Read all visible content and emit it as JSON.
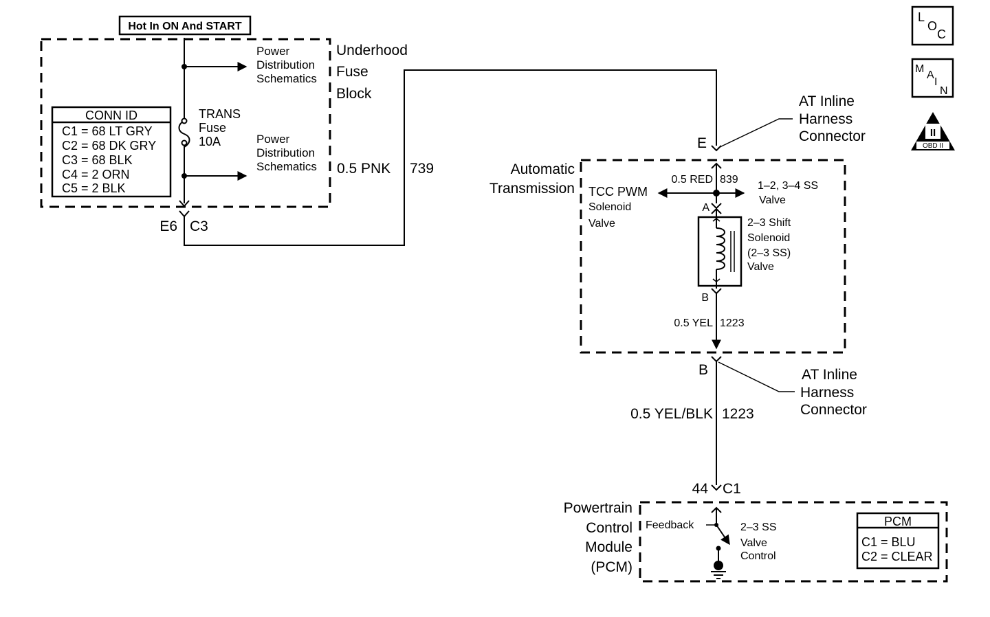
{
  "header_label": "Hot In ON And START",
  "fuse_block": {
    "name_lines": [
      "Underhood",
      "Fuse",
      "Block"
    ],
    "power_dist_top_lines": [
      "Power",
      "Distribution",
      "Schematics"
    ],
    "power_dist_bottom_lines": [
      "Power",
      "Distribution",
      "Schematics"
    ],
    "fuse_lines": [
      "TRANS",
      "Fuse",
      "10A"
    ],
    "connector_left": "E6",
    "connector_right": "C3"
  },
  "conn_id_table": {
    "title": "CONN ID",
    "rows": [
      "C1 = 68 LT GRY",
      "C2 = 68 DK GRY",
      "C3 = 68 BLK",
      "C4 = 2 ORN",
      "C5 = 2 BLK"
    ]
  },
  "wire_pnk": {
    "gauge_color": "0.5 PNK",
    "circuit": "739"
  },
  "at_inline_top": {
    "pin": "E",
    "label_lines": [
      "AT Inline",
      "Harness",
      "Connector"
    ]
  },
  "transmission": {
    "name_lines": [
      "Automatic",
      "Transmission"
    ],
    "wire_red": {
      "gauge_color": "0.5 RED",
      "circuit": "839"
    },
    "tcc_lines": [
      "TCC PWM",
      "Solenoid",
      "Valve"
    ],
    "ss_valve_lines": [
      "1–2, 3–4 SS",
      "Valve"
    ],
    "pin_a": "A",
    "pin_b": "B",
    "solenoid_lines": [
      "2–3 Shift",
      "Solenoid",
      "(2–3 SS)",
      "Valve"
    ],
    "wire_yel": {
      "gauge_color": "0.5 YEL",
      "circuit": "1223"
    }
  },
  "at_inline_bottom": {
    "pin": "B",
    "label_lines": [
      "AT Inline",
      "Harness",
      "Connector"
    ]
  },
  "wire_yel_blk": {
    "gauge_color": "0.5 YEL/BLK",
    "circuit": "1223"
  },
  "pcm_connector": {
    "pin": "44",
    "connector": "C1"
  },
  "pcm": {
    "name_lines": [
      "Powertrain",
      "Control",
      "Module",
      "(PCM)"
    ],
    "feedback": "Feedback",
    "control_lines": [
      "2–3 SS",
      "Valve",
      "Control"
    ]
  },
  "pcm_table": {
    "title": "PCM",
    "rows": [
      "C1 = BLU",
      "C2 = CLEAR"
    ]
  },
  "nav_icons": {
    "loc": [
      "L",
      "O",
      "C"
    ],
    "main": [
      "M",
      "A",
      "I",
      "N"
    ],
    "obd": {
      "symbol": "II",
      "label": "OBD II"
    }
  }
}
